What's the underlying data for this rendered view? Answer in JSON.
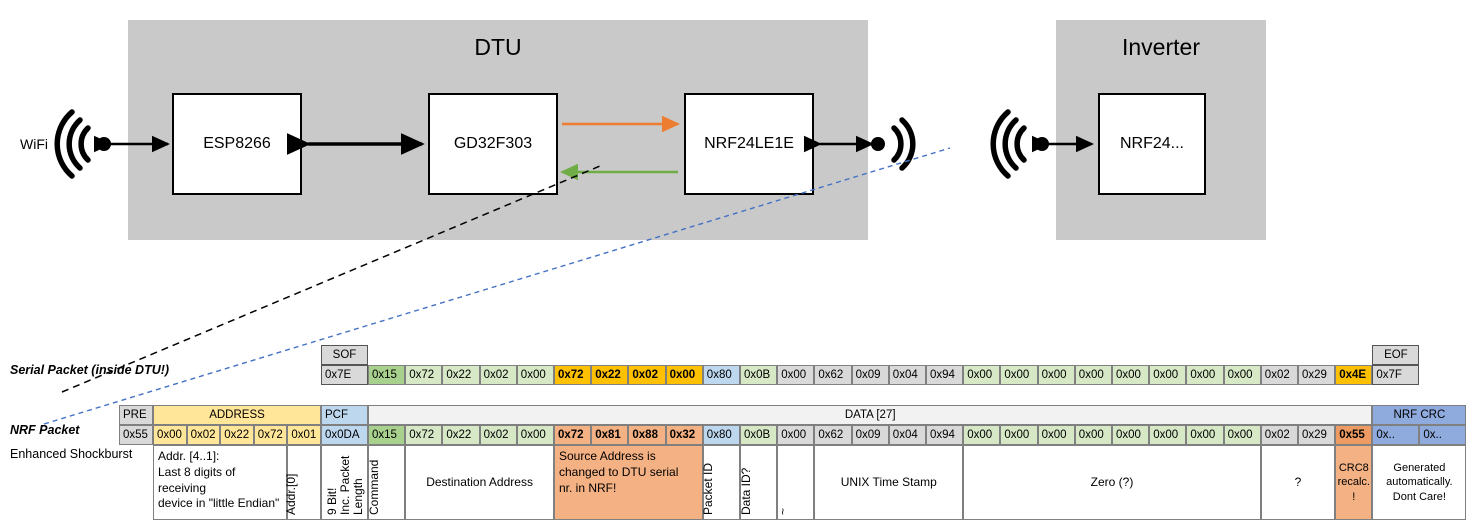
{
  "diagram": {
    "dtu": {
      "title": "DTU",
      "chips": [
        "ESP8266",
        "GD32F303",
        "NRF24LE1E"
      ]
    },
    "inverter": {
      "title": "Inverter",
      "chips": [
        "NRF24..."
      ]
    },
    "wifi_label": "WiFi",
    "arrow_colors": {
      "orange": "#ED7D31",
      "green": "#70AD47",
      "black": "#000000",
      "blue_dashed": "#4472C4"
    }
  },
  "serial_packet": {
    "label": "Serial Packet (inside DTU!)",
    "sof_header": "SOF",
    "eof_header": "EOF",
    "sof_value": "0x7E",
    "eof_value": "0x7F",
    "cells": [
      {
        "v": "0x15",
        "c": "green-dark"
      },
      {
        "v": "0x72",
        "c": "green"
      },
      {
        "v": "0x22",
        "c": "green"
      },
      {
        "v": "0x02",
        "c": "green"
      },
      {
        "v": "0x00",
        "c": "green"
      },
      {
        "v": "0x72",
        "c": "amber",
        "b": true
      },
      {
        "v": "0x22",
        "c": "amber",
        "b": true
      },
      {
        "v": "0x02",
        "c": "amber",
        "b": true
      },
      {
        "v": "0x00",
        "c": "amber",
        "b": true
      },
      {
        "v": "0x80",
        "c": "blue"
      },
      {
        "v": "0x0B",
        "c": "green"
      },
      {
        "v": "0x00",
        "c": "gray"
      },
      {
        "v": "0x62",
        "c": "gray"
      },
      {
        "v": "0x09",
        "c": "gray"
      },
      {
        "v": "0x04",
        "c": "gray"
      },
      {
        "v": "0x94",
        "c": "gray"
      },
      {
        "v": "0x00",
        "c": "green"
      },
      {
        "v": "0x00",
        "c": "green"
      },
      {
        "v": "0x00",
        "c": "green"
      },
      {
        "v": "0x00",
        "c": "green"
      },
      {
        "v": "0x00",
        "c": "green"
      },
      {
        "v": "0x00",
        "c": "green"
      },
      {
        "v": "0x00",
        "c": "green"
      },
      {
        "v": "0x00",
        "c": "green"
      },
      {
        "v": "0x02",
        "c": "gray"
      },
      {
        "v": "0x29",
        "c": "gray"
      },
      {
        "v": "0x4E",
        "c": "orange-strong",
        "b": true
      }
    ]
  },
  "nrf_packet": {
    "label": "NRF Packet",
    "sublabel": "Enhanced Shockburst",
    "headers": [
      {
        "t": "PRE",
        "c": "gray"
      },
      {
        "t": "ADDRESS",
        "c": "amber-light"
      },
      {
        "t": "PCF",
        "c": "blue"
      },
      {
        "t": "DATA [27]",
        "c": "faint"
      },
      {
        "t": "NRF CRC",
        "c": "blue-dark"
      }
    ],
    "pre": {
      "v": "0x55",
      "c": "gray"
    },
    "address": [
      {
        "v": "0x00",
        "c": "amber-light"
      },
      {
        "v": "0x02",
        "c": "amber-light"
      },
      {
        "v": "0x22",
        "c": "amber-light"
      },
      {
        "v": "0x72",
        "c": "amber-light"
      },
      {
        "v": "0x01",
        "c": "amber-light"
      }
    ],
    "pcf": {
      "v": "0x0DA",
      "c": "blue"
    },
    "data": [
      {
        "v": "0x15",
        "c": "green-dark"
      },
      {
        "v": "0x72",
        "c": "green"
      },
      {
        "v": "0x22",
        "c": "green"
      },
      {
        "v": "0x02",
        "c": "green"
      },
      {
        "v": "0x00",
        "c": "green"
      },
      {
        "v": "0x72",
        "c": "salmon",
        "b": true
      },
      {
        "v": "0x81",
        "c": "salmon",
        "b": true
      },
      {
        "v": "0x88",
        "c": "salmon",
        "b": true
      },
      {
        "v": "0x32",
        "c": "salmon",
        "b": true
      },
      {
        "v": "0x80",
        "c": "blue"
      },
      {
        "v": "0x0B",
        "c": "green"
      },
      {
        "v": "0x00",
        "c": "gray"
      },
      {
        "v": "0x62",
        "c": "gray"
      },
      {
        "v": "0x09",
        "c": "gray"
      },
      {
        "v": "0x04",
        "c": "gray"
      },
      {
        "v": "0x94",
        "c": "gray"
      },
      {
        "v": "0x00",
        "c": "green"
      },
      {
        "v": "0x00",
        "c": "green"
      },
      {
        "v": "0x00",
        "c": "green"
      },
      {
        "v": "0x00",
        "c": "green"
      },
      {
        "v": "0x00",
        "c": "green"
      },
      {
        "v": "0x00",
        "c": "green"
      },
      {
        "v": "0x00",
        "c": "green"
      },
      {
        "v": "0x00",
        "c": "green"
      },
      {
        "v": "0x02",
        "c": "gray"
      },
      {
        "v": "0x29",
        "c": "gray"
      },
      {
        "v": "0x55",
        "c": "salmon-strong",
        "b": true
      }
    ],
    "crc": [
      {
        "v": "0x..",
        "c": "blue-dark"
      },
      {
        "v": "0x..",
        "c": "blue-dark"
      }
    ],
    "annotations": {
      "address_note": "Addr. [4..1]:\nLast 8 digits of receiving\ndevice in \"little Endian\"",
      "addr0": "Addr.[0]",
      "pcf_line1": "9 Bit!",
      "pcf_line2": "Inc. Packet",
      "pcf_line3": "Length",
      "command": "Command",
      "destination": "Destination Address",
      "source": "Source Address is\nchanged to DTU serial\nnr. in NRF!",
      "packet_id": "Packet ID",
      "data_id": "Data ID?",
      "tilde": "~",
      "unix": "UNIX Time Stamp",
      "zero": "Zero (?)",
      "question": "?",
      "crc8": "CRC8\nrecalc.\n!",
      "crc_note": "Generated\nautomatically.\nDont Care!"
    }
  },
  "colors": {
    "green": "#D6E8C6",
    "green-dark": "#A9D18E",
    "amber": "#FFC000",
    "amber-light": "#FFE699",
    "blue": "#BDD7EE",
    "blue-dark": "#8FAADC",
    "gray": "#D9D9D9",
    "orange-strong": "#FFC000",
    "salmon": "#F4B183",
    "salmon-strong": "#ED9B63",
    "faint": "#F2F2F2"
  }
}
